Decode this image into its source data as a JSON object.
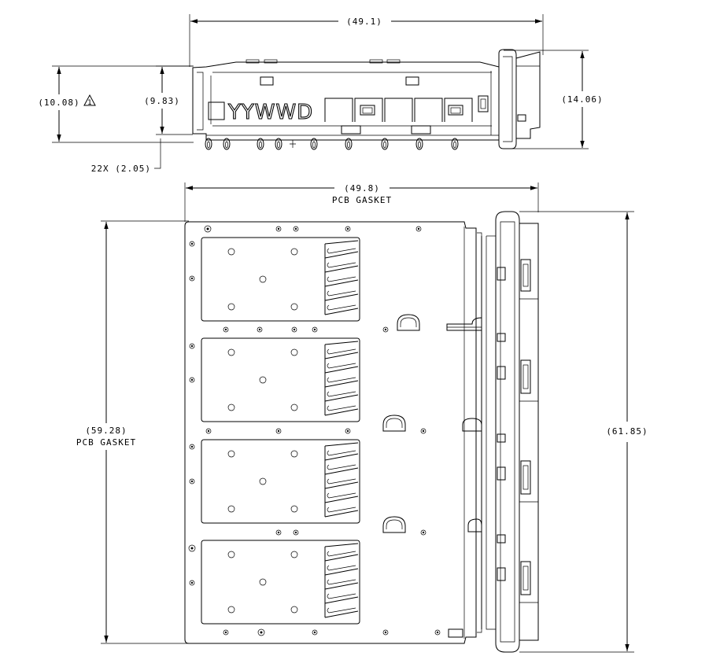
{
  "dimensions": {
    "top_width": "(49.1)",
    "left_height_warn": "(10.08)",
    "inner_height": "(9.83)",
    "right_height": "(14.06)",
    "pin_spec": "22X (2.05)",
    "pcb_width": "(49.8)",
    "pcb_width_label": "PCB GASKET",
    "pcb_height": "(59.28)",
    "pcb_height_label": "PCB GASKET",
    "overall_height": "(61.85)"
  },
  "date_code_marking": "YYWWD",
  "warning_symbol": "triangle-1-icon"
}
